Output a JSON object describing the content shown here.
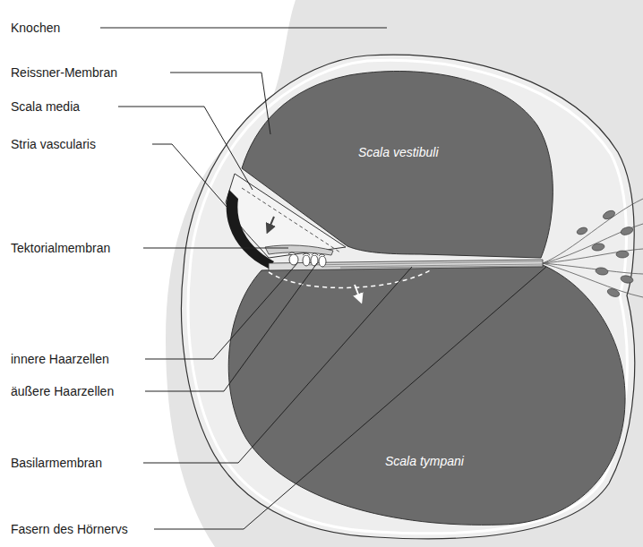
{
  "diagram": {
    "labels": [
      "Knochen",
      "Reissner-Membran",
      "Scala media",
      "Stria vascularis",
      "Tektorialmembran",
      "innere Haarzellen",
      "äußere Haarzellen",
      "Basilarmembran",
      "Fasern des Hörnervs",
      "Scala vestibuli",
      "Scala tympani"
    ]
  }
}
